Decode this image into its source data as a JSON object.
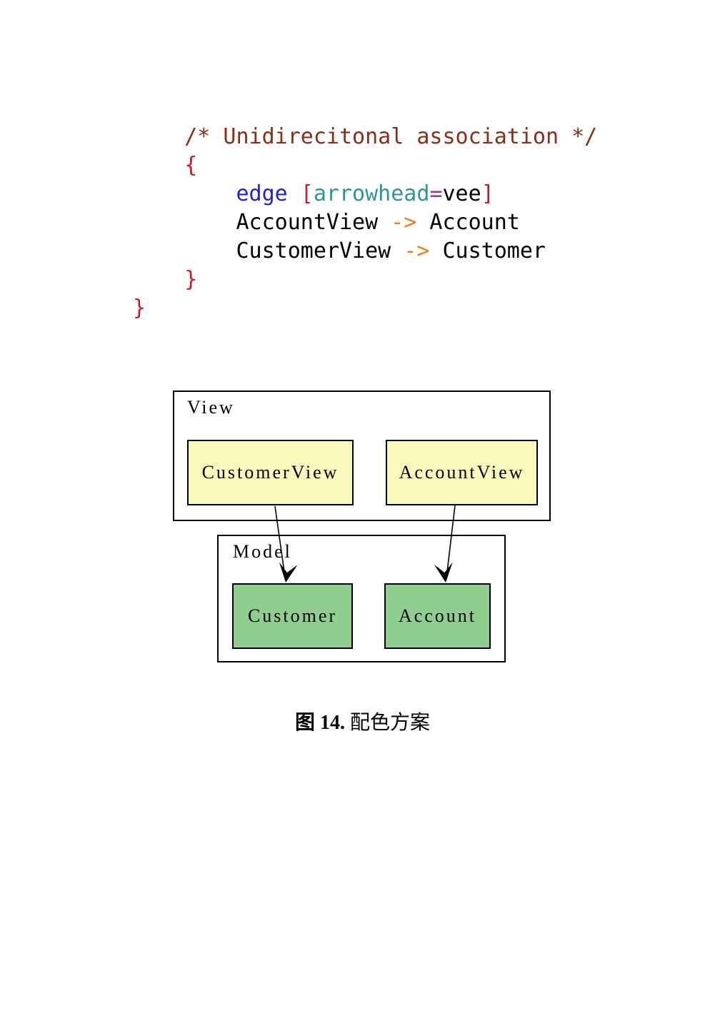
{
  "code": {
    "language": "graphviz-dot",
    "colors": {
      "comment": "#8b2e17",
      "brace": "#c2202e",
      "keyword": "#2424cc",
      "attribute": "#2f9694",
      "operator": "#a032a0",
      "edgeop": "#ee7d1a",
      "plain": "#000000"
    },
    "lines": [
      {
        "tokens": [
          {
            "t": "    ",
            "c": "plain"
          },
          {
            "t": "/* Unidirecitonal association */",
            "c": "comment"
          }
        ]
      },
      {
        "tokens": [
          {
            "t": "    ",
            "c": "plain"
          },
          {
            "t": "{",
            "c": "brace"
          }
        ]
      },
      {
        "tokens": [
          {
            "t": "        ",
            "c": "plain"
          },
          {
            "t": "edge",
            "c": "keyword"
          },
          {
            "t": " ",
            "c": "plain"
          },
          {
            "t": "[",
            "c": "brace"
          },
          {
            "t": "arrowhead",
            "c": "attribute"
          },
          {
            "t": "=",
            "c": "operator"
          },
          {
            "t": "vee",
            "c": "plain"
          },
          {
            "t": "]",
            "c": "brace"
          }
        ]
      },
      {
        "tokens": [
          {
            "t": "        ",
            "c": "plain"
          },
          {
            "t": "AccountView ",
            "c": "plain"
          },
          {
            "t": "->",
            "c": "edgeop"
          },
          {
            "t": " Account",
            "c": "plain"
          }
        ]
      },
      {
        "tokens": [
          {
            "t": "        ",
            "c": "plain"
          },
          {
            "t": "CustomerView ",
            "c": "plain"
          },
          {
            "t": "->",
            "c": "edgeop"
          },
          {
            "t": " Customer",
            "c": "plain"
          }
        ]
      },
      {
        "tokens": [
          {
            "t": "    ",
            "c": "plain"
          },
          {
            "t": "}",
            "c": "brace"
          }
        ]
      },
      {
        "tokens": [
          {
            "t": "}",
            "c": "brace"
          }
        ]
      }
    ]
  },
  "diagram": {
    "clusters": [
      {
        "label": "View"
      },
      {
        "label": "Model"
      }
    ],
    "nodes": [
      {
        "label": "CustomerView",
        "fill": "#f9f9bb",
        "cluster": "View"
      },
      {
        "label": "AccountView",
        "fill": "#f9f9bb",
        "cluster": "View"
      },
      {
        "label": "Customer",
        "fill": "#90ce90",
        "cluster": "Model"
      },
      {
        "label": "Account",
        "fill": "#90ce90",
        "cluster": "Model"
      }
    ],
    "edges": [
      {
        "from": "CustomerView",
        "to": "Customer",
        "arrowhead": "vee"
      },
      {
        "from": "AccountView",
        "to": "Account",
        "arrowhead": "vee"
      }
    ],
    "edge_color": "#000000"
  },
  "caption": {
    "figure_label": "图 14.",
    "title": "配色方案"
  }
}
